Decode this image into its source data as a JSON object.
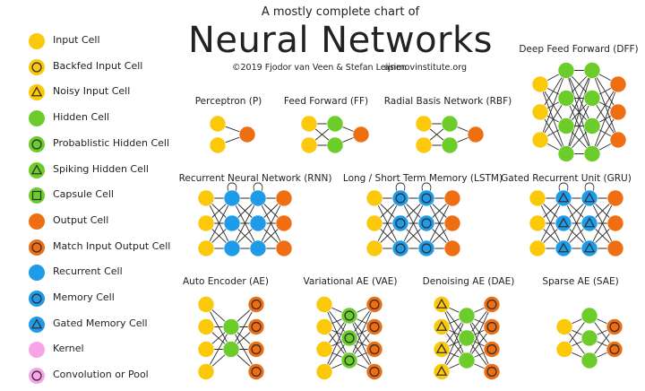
{
  "header": {
    "subtitle": "A mostly complete chart of",
    "title": "Neural Networks",
    "credit": "©2019 Fjodor van Veen & Stefan Leijnen",
    "site": "asimovinstitute.org"
  },
  "colors": {
    "yellow": "#fbc80a",
    "green": "#6ccd2a",
    "orange": "#f06e12",
    "blue": "#1e9be9",
    "pink": "#f7a4e8",
    "stroke": "#333333"
  },
  "legend": [
    {
      "label": "Input Cell",
      "fill": "yellow",
      "mark": "none"
    },
    {
      "label": "Backfed Input Cell",
      "fill": "yellow",
      "mark": "circle"
    },
    {
      "label": "Noisy Input Cell",
      "fill": "yellow",
      "mark": "triangle"
    },
    {
      "label": "Hidden Cell",
      "fill": "green",
      "mark": "none"
    },
    {
      "label": "Probablistic Hidden Cell",
      "fill": "green",
      "mark": "circle"
    },
    {
      "label": "Spiking Hidden Cell",
      "fill": "green",
      "mark": "triangle"
    },
    {
      "label": "Capsule Cell",
      "fill": "green",
      "mark": "square"
    },
    {
      "label": "Output Cell",
      "fill": "orange",
      "mark": "none"
    },
    {
      "label": "Match Input Output Cell",
      "fill": "orange",
      "mark": "circle"
    },
    {
      "label": "Recurrent Cell",
      "fill": "blue",
      "mark": "none"
    },
    {
      "label": "Memory Cell",
      "fill": "blue",
      "mark": "circle"
    },
    {
      "label": "Gated Memory Cell",
      "fill": "blue",
      "mark": "triangle"
    },
    {
      "label": "Kernel",
      "fill": "pink",
      "mark": "none"
    },
    {
      "label": "Convolution or Pool",
      "fill": "pink",
      "mark": "circle"
    }
  ],
  "networks": [
    {
      "title": "Perceptron (P)",
      "layers": [
        {
          "fill": "yellow",
          "mark": "none",
          "n": 2
        },
        {
          "fill": "orange",
          "mark": "none",
          "n": 1
        }
      ]
    },
    {
      "title": "Feed Forward (FF)",
      "layers": [
        {
          "fill": "yellow",
          "mark": "none",
          "n": 2
        },
        {
          "fill": "green",
          "mark": "none",
          "n": 2
        },
        {
          "fill": "orange",
          "mark": "none",
          "n": 1
        }
      ]
    },
    {
      "title": "Radial Basis Network (RBF)",
      "layers": [
        {
          "fill": "yellow",
          "mark": "none",
          "n": 2
        },
        {
          "fill": "green",
          "mark": "none",
          "n": 2
        },
        {
          "fill": "orange",
          "mark": "none",
          "n": 1
        }
      ]
    },
    {
      "title": "Deep Feed Forward (DFF)",
      "layers": [
        {
          "fill": "yellow",
          "mark": "none",
          "n": 3
        },
        {
          "fill": "green",
          "mark": "none",
          "n": 4
        },
        {
          "fill": "green",
          "mark": "none",
          "n": 4
        },
        {
          "fill": "orange",
          "mark": "none",
          "n": 3
        }
      ]
    },
    {
      "title": "Recurrent Neural Network (RNN)",
      "layers": [
        {
          "fill": "yellow",
          "mark": "none",
          "n": 3
        },
        {
          "fill": "blue",
          "mark": "none",
          "n": 3
        },
        {
          "fill": "blue",
          "mark": "none",
          "n": 3
        },
        {
          "fill": "orange",
          "mark": "none",
          "n": 3
        }
      ]
    },
    {
      "title": "Long / Short Term Memory (LSTM)",
      "layers": [
        {
          "fill": "yellow",
          "mark": "none",
          "n": 3
        },
        {
          "fill": "blue",
          "mark": "circle",
          "n": 3
        },
        {
          "fill": "blue",
          "mark": "circle",
          "n": 3
        },
        {
          "fill": "orange",
          "mark": "none",
          "n": 3
        }
      ]
    },
    {
      "title": "Gated Recurrent Unit (GRU)",
      "layers": [
        {
          "fill": "yellow",
          "mark": "none",
          "n": 3
        },
        {
          "fill": "blue",
          "mark": "triangle",
          "n": 3
        },
        {
          "fill": "blue",
          "mark": "triangle",
          "n": 3
        },
        {
          "fill": "orange",
          "mark": "none",
          "n": 3
        }
      ]
    },
    {
      "title": "Auto Encoder (AE)",
      "layers": [
        {
          "fill": "yellow",
          "mark": "none",
          "n": 4
        },
        {
          "fill": "green",
          "mark": "none",
          "n": 2
        },
        {
          "fill": "orange",
          "mark": "circle",
          "n": 4
        }
      ]
    },
    {
      "title": "Variational AE (VAE)",
      "layers": [
        {
          "fill": "yellow",
          "mark": "none",
          "n": 4
        },
        {
          "fill": "green",
          "mark": "circle",
          "n": 3
        },
        {
          "fill": "orange",
          "mark": "circle",
          "n": 4
        }
      ]
    },
    {
      "title": "Denoising AE (DAE)",
      "layers": [
        {
          "fill": "yellow",
          "mark": "triangle",
          "n": 4
        },
        {
          "fill": "green",
          "mark": "none",
          "n": 3
        },
        {
          "fill": "orange",
          "mark": "circle",
          "n": 4
        }
      ]
    },
    {
      "title": "Sparse AE (SAE)",
      "layers": [
        {
          "fill": "yellow",
          "mark": "none",
          "n": 2
        },
        {
          "fill": "green",
          "mark": "none",
          "n": 3
        },
        {
          "fill": "orange",
          "mark": "circle",
          "n": 2
        }
      ]
    }
  ]
}
